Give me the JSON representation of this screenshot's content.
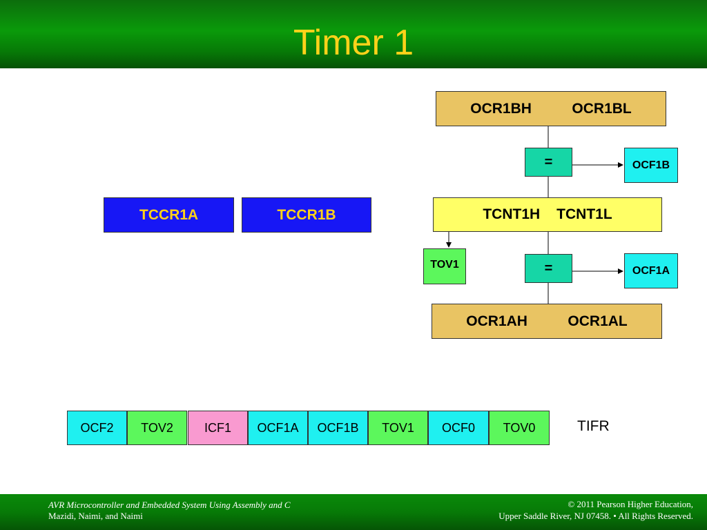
{
  "slide": {
    "title": "Timer 1"
  },
  "control_registers": {
    "tccr1a": "TCCR1A",
    "tccr1b": "TCCR1B"
  },
  "ocr1b": {
    "high": "OCR1BH",
    "low": "OCR1BL"
  },
  "compare_b": {
    "symbol": "=",
    "flag": "OCF1B"
  },
  "tcnt1": {
    "high": "TCNT1H",
    "low": "TCNT1L"
  },
  "overflow_flag": "TOV1",
  "compare_a": {
    "symbol": "=",
    "flag": "OCF1A"
  },
  "ocr1a": {
    "high": "OCR1AH",
    "low": "OCR1AL"
  },
  "tifr": {
    "label": "TIFR",
    "bits": [
      {
        "name": "OCF2",
        "color": "#1ff0f0"
      },
      {
        "name": "TOV2",
        "color": "#5cf75c"
      },
      {
        "name": "ICF1",
        "color": "#f99ad0"
      },
      {
        "name": "OCF1A",
        "color": "#1ff0f0"
      },
      {
        "name": "OCF1B",
        "color": "#1ff0f0"
      },
      {
        "name": "TOV1",
        "color": "#5cf75c"
      },
      {
        "name": "OCF0",
        "color": "#1ff0f0"
      },
      {
        "name": "TOV0",
        "color": "#5cf75c"
      }
    ]
  },
  "colors": {
    "header_green": "#0a9a0a",
    "title_yellow": "#ffd21a",
    "control_blue": "#1717f5",
    "ocr_tan": "#e9c463",
    "tcnt_yellow": "#ffff66",
    "compare_teal": "#16d6a6",
    "flag_cyan": "#1ff0f0",
    "flag_green": "#5cf75c",
    "flag_pink": "#f99ad0"
  },
  "footer": {
    "book": "AVR Microcontroller and Embedded System Using Assembly and C",
    "authors": "Mazidi, Naimi, and Naimi",
    "copyright": "© 2011   Pearson Higher Education,",
    "address": "Upper Saddle River, NJ 07458. • All Rights Reserved."
  }
}
